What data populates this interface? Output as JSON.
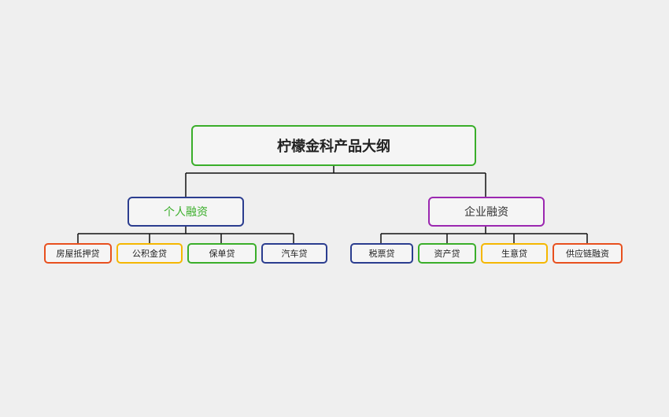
{
  "root": {
    "label": "柠檬金科产品大纲",
    "border": "#3aae2a"
  },
  "branches": [
    {
      "label": "个人融资",
      "border": "#2b3d8f",
      "text_color": "#3aae2a",
      "children": [
        {
          "label": "房屋抵押贷",
          "border": "#e8501e"
        },
        {
          "label": "公积金贷",
          "border": "#f5b700"
        },
        {
          "label": "保单贷",
          "border": "#3aae2a"
        },
        {
          "label": "汽车贷",
          "border": "#2b3d8f"
        }
      ]
    },
    {
      "label": "企业融资",
      "border": "#9b27b0",
      "text_color": "#333333",
      "children": [
        {
          "label": "税票贷",
          "border": "#2b3d8f"
        },
        {
          "label": "资产贷",
          "border": "#3aae2a"
        },
        {
          "label": "生意贷",
          "border": "#f5b700"
        },
        {
          "label": "供应链融资",
          "border": "#e8501e"
        }
      ]
    }
  ]
}
